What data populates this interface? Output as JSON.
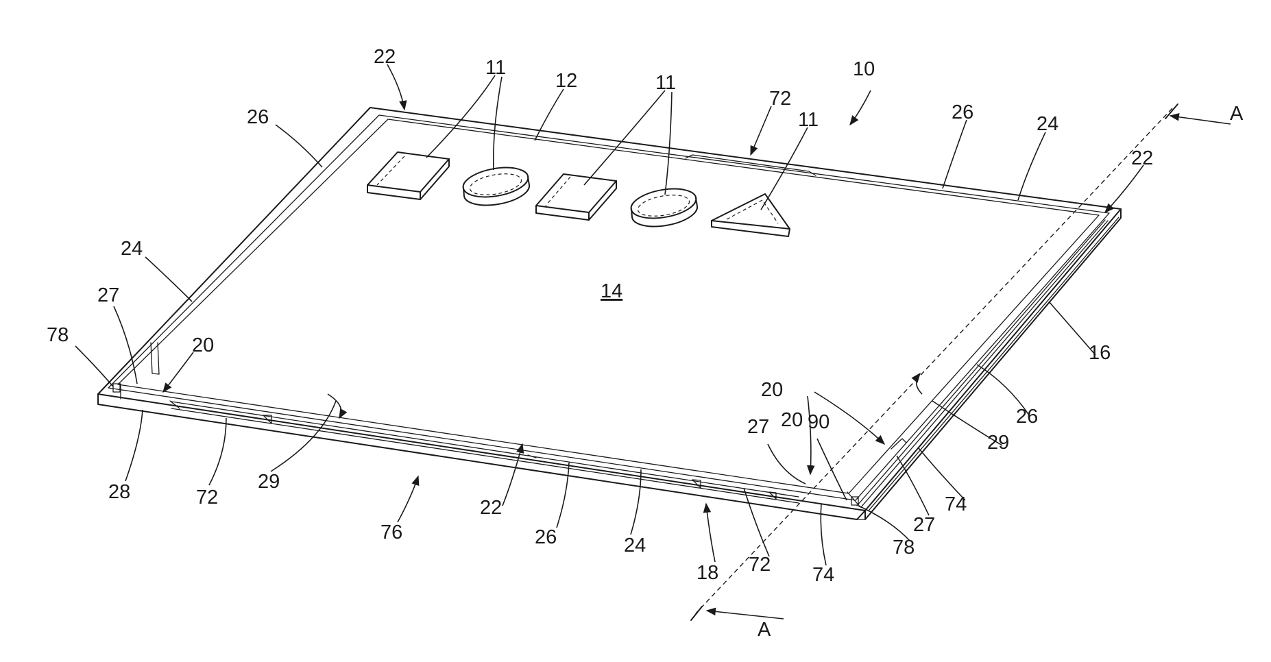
{
  "figure": {
    "section_label": "A",
    "labels": {
      "l10": "10",
      "l11a": "11",
      "l11b": "11",
      "l11c": "11",
      "l12": "12",
      "l14": "14",
      "l16": "16",
      "l18": "18",
      "l20a": "20",
      "l20b": "20",
      "l20c": "20",
      "l22a": "22",
      "l22b": "22",
      "l22c": "22",
      "l24a": "24",
      "l24b": "24",
      "l24c": "24",
      "l26a": "26",
      "l26b": "26",
      "l26c": "26",
      "l26d": "26",
      "l27a": "27",
      "l27b": "27",
      "l27c": "27",
      "l28": "28",
      "l29a": "29",
      "l29b": "29",
      "l72a": "72",
      "l72b": "72",
      "l72c": "72",
      "l74a": "74",
      "l74b": "74",
      "l76": "76",
      "l78a": "78",
      "l78b": "78",
      "l90": "90"
    }
  }
}
